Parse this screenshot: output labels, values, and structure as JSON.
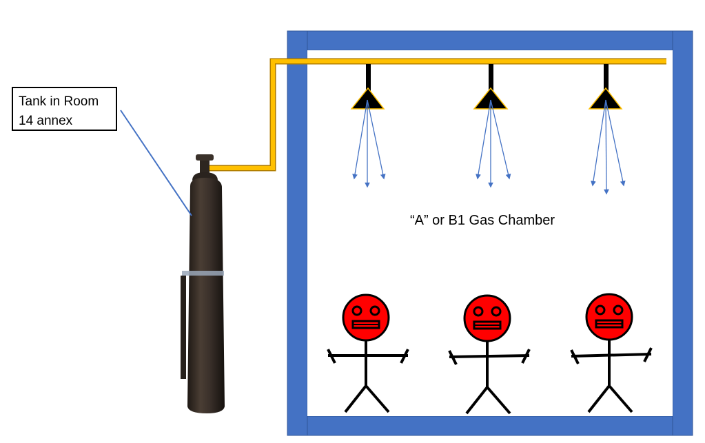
{
  "callout": {
    "line1": "Tank in Room",
    "line2": "14 annex"
  },
  "chamber": {
    "label": "“A” or B1 Gas Chamber",
    "wall_color": "#4472C4",
    "pipe_color": "#FFC000",
    "spray_color": "#4472C4",
    "face_color": "#FF0000"
  },
  "nozzles": [
    {
      "name": "nozzle-1"
    },
    {
      "name": "nozzle-2"
    },
    {
      "name": "nozzle-3"
    }
  ],
  "figures": [
    {
      "name": "person-1"
    },
    {
      "name": "person-2"
    },
    {
      "name": "person-3"
    }
  ],
  "icons": {
    "tank": "gas-cylinder-icon",
    "nozzle": "spray-nozzle-icon",
    "person": "stick-figure-icon"
  }
}
